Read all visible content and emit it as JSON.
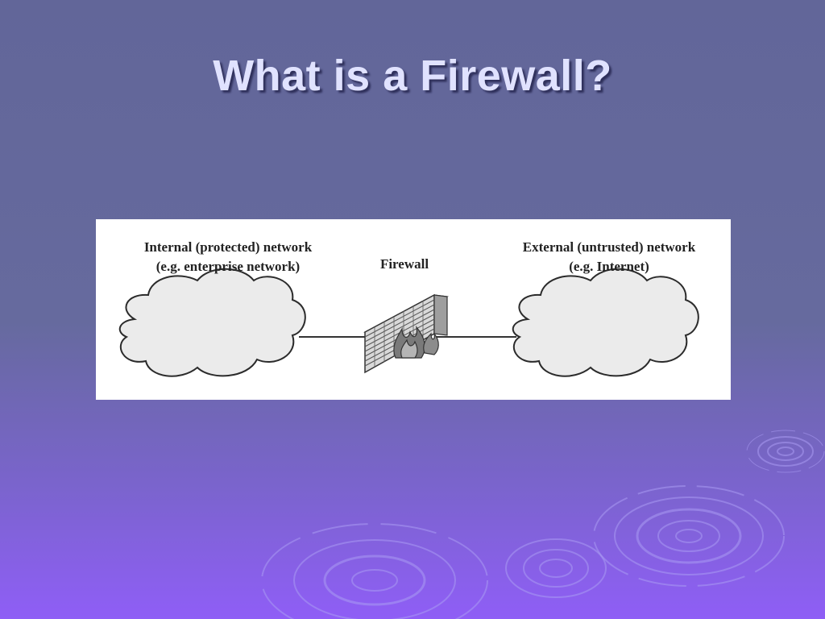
{
  "slide": {
    "title": "What is a Firewall?"
  },
  "diagram": {
    "internal_network": {
      "line1": "Internal (protected) network",
      "line2": "(e.g. enterprise network)"
    },
    "firewall_label": "Firewall",
    "external_network": {
      "line1": "External (untrusted) network",
      "line2": "(e.g. Internet)"
    }
  },
  "colors": {
    "title_text": "#E0E2FF",
    "background_top": "#626699",
    "background_bottom": "#8F5EF6",
    "cloud_fill": "#EBEBEB",
    "wall_fill": "#D9D9D9"
  }
}
